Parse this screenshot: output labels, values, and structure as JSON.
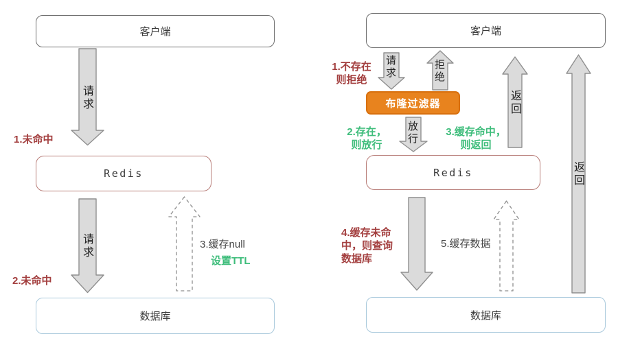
{
  "left": {
    "client": "客户端",
    "redis": "Redis",
    "database": "数据库",
    "request1": "请求",
    "request2": "请求",
    "miss1": "1.未命中",
    "miss2": "2.未命中",
    "cache_null": "3.缓存null",
    "set_ttl": "设置TTL"
  },
  "right": {
    "client": "客户端",
    "bloom": "布隆过滤器",
    "redis": "Redis",
    "database": "数据库",
    "request": "请求",
    "reject": "拒绝",
    "pass": "放行",
    "return_from_redis": "返回",
    "return_from_db": "返回",
    "step1": [
      "1.不存在",
      "则拒绝"
    ],
    "step2": [
      "2.存在，",
      "则放行"
    ],
    "step3": [
      "3.缓存命中，",
      "则返回"
    ],
    "step4": [
      "4.缓存未命",
      "中，则查询",
      "数据库"
    ],
    "step5": "5.缓存数据"
  },
  "colors": {
    "step_red": "#a33f3f",
    "step_green": "#3ebd7b",
    "bloom_orange": "#e8831e",
    "bloom_border": "#d8700e",
    "client_border": "#6e6e6e",
    "redis_border": "#b87d78",
    "database_border": "#a9c9dc",
    "arrow_fill": "#dbdbdb",
    "arrow_stroke": "#8f8f8f"
  }
}
